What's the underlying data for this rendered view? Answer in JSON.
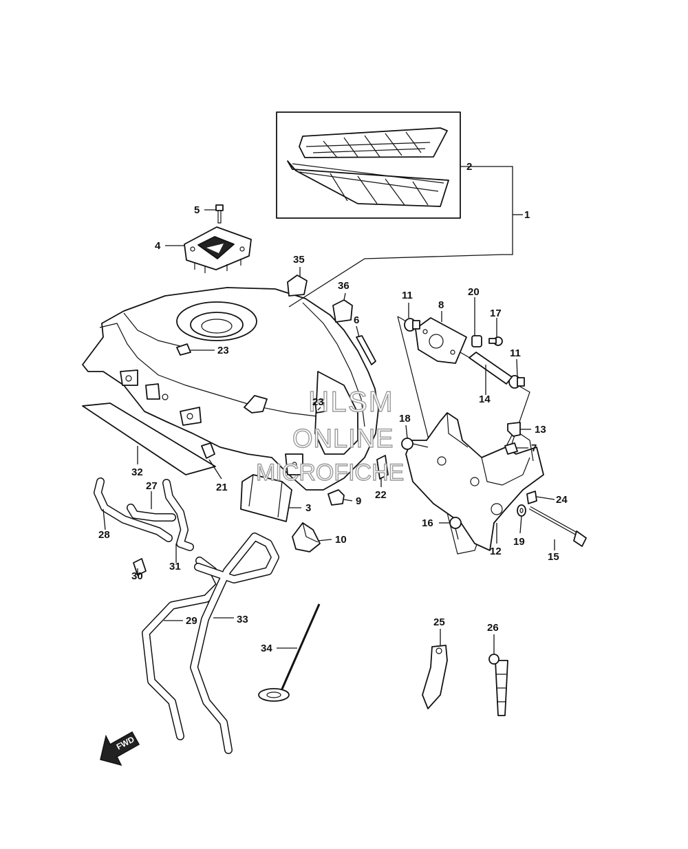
{
  "callouts": [
    "1",
    "2",
    "3",
    "4",
    "5",
    "6",
    "7",
    "8",
    "9",
    "10",
    "11",
    "11",
    "12",
    "13",
    "14",
    "15",
    "16",
    "17",
    "18",
    "19",
    "20",
    "21",
    "22",
    "23",
    "23",
    "24",
    "25",
    "26",
    "27",
    "28",
    "29",
    "30",
    "31",
    "32",
    "33",
    "34",
    "35",
    "36"
  ],
  "fwd_label": "FWD",
  "watermark": {
    "line1": "HLSM",
    "line2": "ONLINE",
    "line3": "MICROFICHE"
  }
}
